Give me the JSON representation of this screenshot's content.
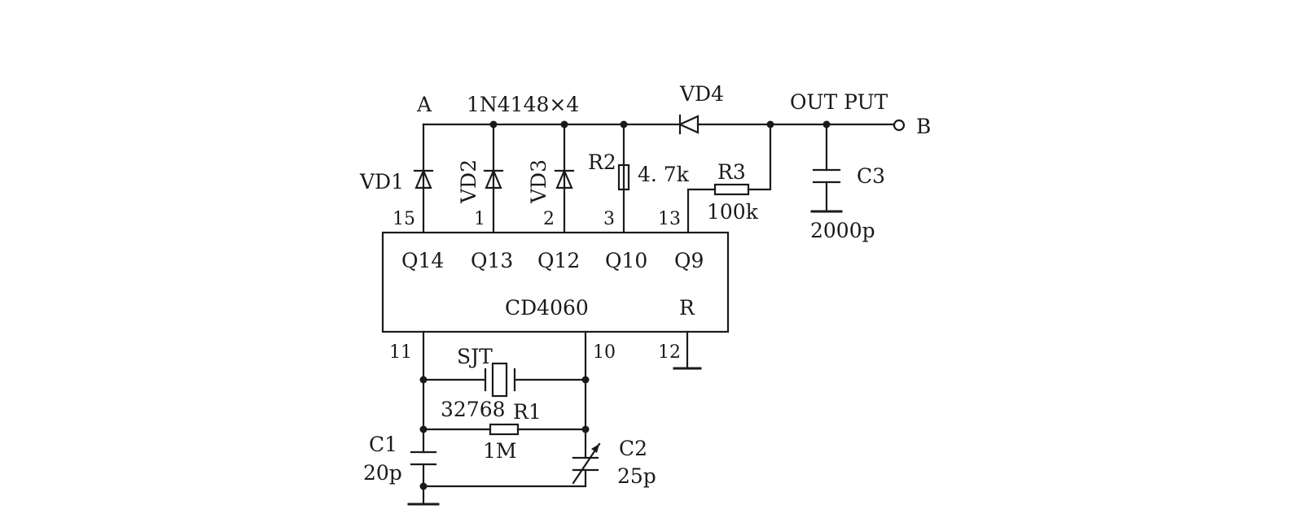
{
  "ic": {
    "name": "CD4060",
    "outputs": [
      "Q14",
      "Q13",
      "Q12",
      "Q10",
      "Q9"
    ],
    "reset": "R"
  },
  "pins": {
    "q14": "15",
    "q13": "1",
    "q12": "2",
    "q10": "3",
    "q9": "13",
    "p11": "11",
    "p10": "10",
    "p12": "12"
  },
  "labels": {
    "node_a": "A",
    "diodes": "1N4148×4",
    "vd1": "VD1",
    "vd2": "VD2",
    "vd3": "VD3",
    "vd4": "VD4",
    "r2": "R2",
    "r2_val": "4. 7k",
    "r3": "R3",
    "r3_val": "100k",
    "output": "OUT  PUT",
    "node_b": "B",
    "c3": "C3",
    "c3_val": "2000p",
    "crystal": "SJT",
    "crystal_val": "32768",
    "r1": "R1",
    "r1_val": "1M",
    "c1": "C1",
    "c1_val": "20p",
    "c2": "C2",
    "c2_val": "25p"
  }
}
